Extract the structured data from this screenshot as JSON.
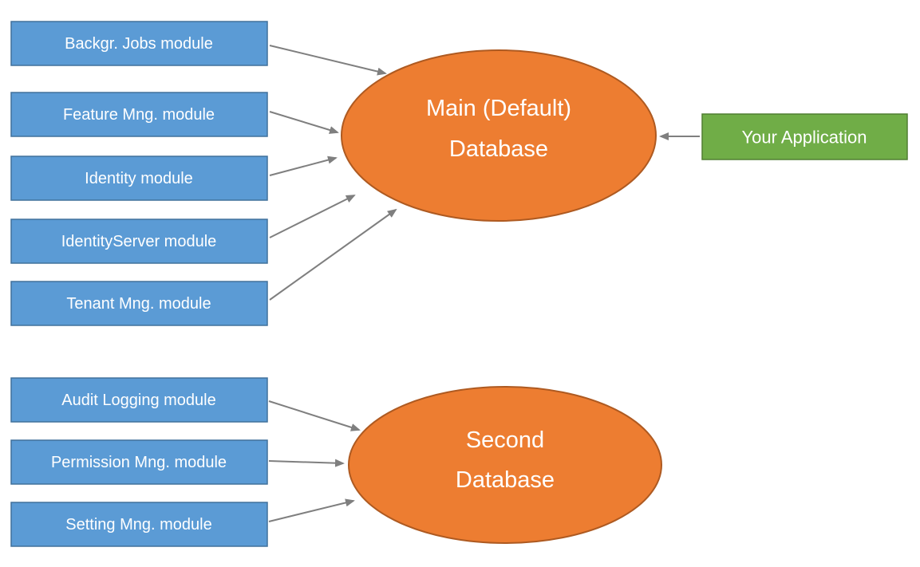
{
  "diagram": {
    "top_group": {
      "modules": [
        {
          "label": "Backgr. Jobs module"
        },
        {
          "label": "Feature Mng. module"
        },
        {
          "label": "Identity module"
        },
        {
          "label": "IdentityServer module"
        },
        {
          "label": "Tenant Mng. module"
        }
      ],
      "database": {
        "line1": "Main (Default)",
        "line2": "Database"
      },
      "application": {
        "label": "Your Application"
      }
    },
    "bottom_group": {
      "modules": [
        {
          "label": "Audit Logging module"
        },
        {
          "label": "Permission Mng. module"
        },
        {
          "label": "Setting Mng. module"
        }
      ],
      "database": {
        "line1": "Second",
        "line2": "Database"
      }
    },
    "connections": [
      {
        "from": "Backgr. Jobs module",
        "to": "Main (Default) Database"
      },
      {
        "from": "Feature Mng. module",
        "to": "Main (Default) Database"
      },
      {
        "from": "Identity module",
        "to": "Main (Default) Database"
      },
      {
        "from": "IdentityServer module",
        "to": "Main (Default) Database"
      },
      {
        "from": "Tenant Mng. module",
        "to": "Main (Default) Database"
      },
      {
        "from": "Your Application",
        "to": "Main (Default) Database"
      },
      {
        "from": "Audit Logging module",
        "to": "Second Database"
      },
      {
        "from": "Permission Mng. module",
        "to": "Second Database"
      },
      {
        "from": "Setting Mng. module",
        "to": "Second Database"
      }
    ],
    "colors": {
      "module_fill": "#5B9BD5",
      "module_border": "#41719C",
      "database_fill": "#ED7D31",
      "database_border": "#AE5A21",
      "application_fill": "#70AD47",
      "application_border": "#507E32",
      "arrow": "#7F7F7F",
      "text": "#FFFFFF"
    }
  }
}
